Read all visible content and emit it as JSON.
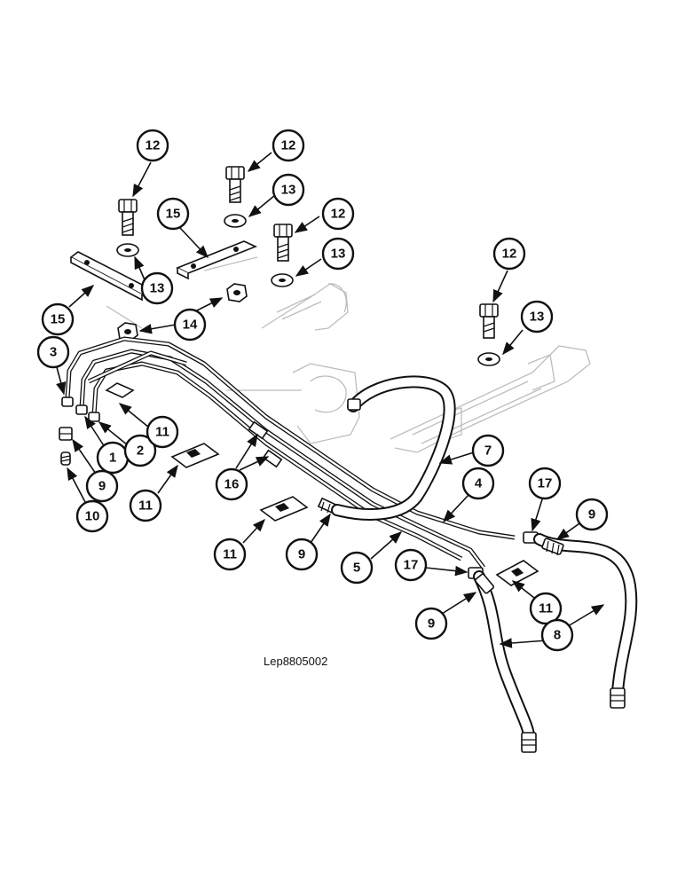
{
  "drawing_ref": "Lep8805002",
  "callouts": [
    {
      "id": "c12a",
      "label": "12"
    },
    {
      "id": "c12b",
      "label": "12"
    },
    {
      "id": "c12c",
      "label": "12"
    },
    {
      "id": "c12d",
      "label": "12"
    },
    {
      "id": "c13a",
      "label": "13"
    },
    {
      "id": "c13b",
      "label": "13"
    },
    {
      "id": "c13c",
      "label": "13"
    },
    {
      "id": "c13d",
      "label": "13"
    },
    {
      "id": "c14",
      "label": "14"
    },
    {
      "id": "c15a",
      "label": "15"
    },
    {
      "id": "c15b",
      "label": "15"
    },
    {
      "id": "c3",
      "label": "3"
    },
    {
      "id": "c1",
      "label": "1"
    },
    {
      "id": "c2",
      "label": "2"
    },
    {
      "id": "c11a",
      "label": "11"
    },
    {
      "id": "c9a",
      "label": "9"
    },
    {
      "id": "c10",
      "label": "10"
    },
    {
      "id": "c11b",
      "label": "11"
    },
    {
      "id": "c16",
      "label": "16"
    },
    {
      "id": "c11c",
      "label": "11"
    },
    {
      "id": "c9b",
      "label": "9"
    },
    {
      "id": "c7",
      "label": "7"
    },
    {
      "id": "c4",
      "label": "4"
    },
    {
      "id": "c5",
      "label": "5"
    },
    {
      "id": "c17a",
      "label": "17"
    },
    {
      "id": "c9c",
      "label": "9"
    },
    {
      "id": "c17b",
      "label": "17"
    },
    {
      "id": "c11d",
      "label": "11"
    },
    {
      "id": "c9d",
      "label": "9"
    },
    {
      "id": "c8",
      "label": "8"
    }
  ]
}
